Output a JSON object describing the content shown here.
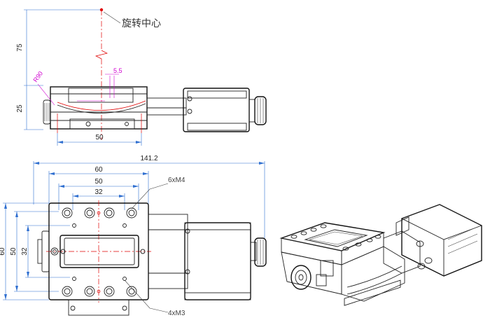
{
  "side_view": {
    "rotation_center_label": "旋转中心",
    "dim_75": "75",
    "dim_25": "25",
    "dim_50": "50",
    "dim_r90": "R90",
    "dim_5_5": "5.5"
  },
  "top_view": {
    "dim_141_2": "141.2",
    "dim_60_top": "60",
    "dim_50_top": "50",
    "dim_32_top": "32",
    "dim_50_left": "50",
    "dim_32_left": "32",
    "dim_60_left": "60",
    "callout_top": "6xM4",
    "callout_bottom": "4xM3"
  }
}
